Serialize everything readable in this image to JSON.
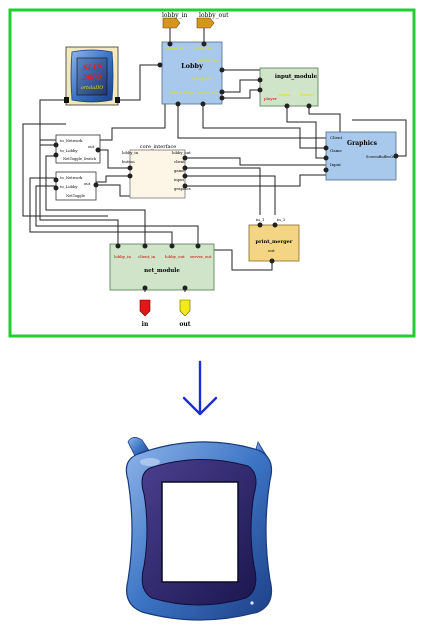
{
  "colors": {
    "frame_border": "#22cc33",
    "module_blue": "#a9c9ec",
    "module_green": "#cfe4c8",
    "module_cream": "#fdf6e6",
    "module_orange": "#f3d584",
    "port_yellow_text": "#e8e000",
    "port_red_text": "#cc0000",
    "arrow_blue": "#1a2fcf",
    "device_blue": "#3c74c4",
    "device_dark": "#2b2467"
  },
  "diagram": {
    "top_ports": {
      "lobby_in": "lobby_in",
      "lobby_out": "lobby_out"
    },
    "slip_module": {
      "line1": "SLIP",
      "line2": "2002",
      "line3": "ortslaIIO"
    },
    "lobby": {
      "title": "Lobby",
      "ports": [
        "server_in",
        "lobby_in",
        "server_out",
        "lobby_out",
        "client_msgs",
        "game_out"
      ]
    },
    "input_module": {
      "title": "input_module",
      "ports": [
        "menu",
        "button",
        "player"
      ]
    },
    "graphics": {
      "title": "Graphics",
      "ports": [
        "Client",
        "Game",
        "Input",
        "ScreenBufferOut"
      ]
    },
    "net_toggle_a": {
      "title": "NetToggle_Switch",
      "ports": [
        "to_Network",
        "to_Lobby",
        "out"
      ]
    },
    "net_toggle_b": {
      "title": "NetToggle",
      "ports": [
        "to_Network",
        "to_Lobby",
        "out"
      ]
    },
    "core_interface": {
      "title": "core_interface",
      "ports": [
        "lobby_in",
        "button",
        "lobby_out",
        "client",
        "game",
        "input",
        "graphics"
      ]
    },
    "print_merger": {
      "title": "print_merger",
      "ports": [
        "in_1",
        "in_2",
        "out"
      ]
    },
    "net_module": {
      "title": "net_module",
      "ports": [
        "lobby_in",
        "client_in",
        "lobby_out",
        "server_out"
      ]
    },
    "io": {
      "in_label": "in",
      "out_label": "out"
    }
  }
}
